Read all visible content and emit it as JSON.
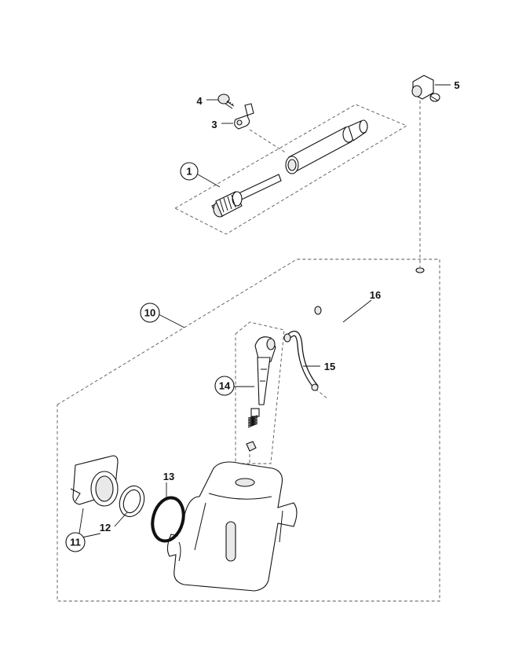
{
  "callouts": [
    {
      "id": "1",
      "text": "1",
      "circled": true
    },
    {
      "id": "3",
      "text": "3",
      "circled": false
    },
    {
      "id": "4",
      "text": "4",
      "circled": false
    },
    {
      "id": "5",
      "text": "5",
      "circled": false
    },
    {
      "id": "10",
      "text": "10",
      "circled": true
    },
    {
      "id": "11",
      "text": "11",
      "circled": true
    },
    {
      "id": "12",
      "text": "12",
      "circled": false
    },
    {
      "id": "13",
      "text": "13",
      "circled": false
    },
    {
      "id": "14",
      "text": "14",
      "circled": true
    },
    {
      "id": "15",
      "text": "15",
      "circled": false
    },
    {
      "id": "16",
      "text": "16",
      "circled": false
    }
  ]
}
